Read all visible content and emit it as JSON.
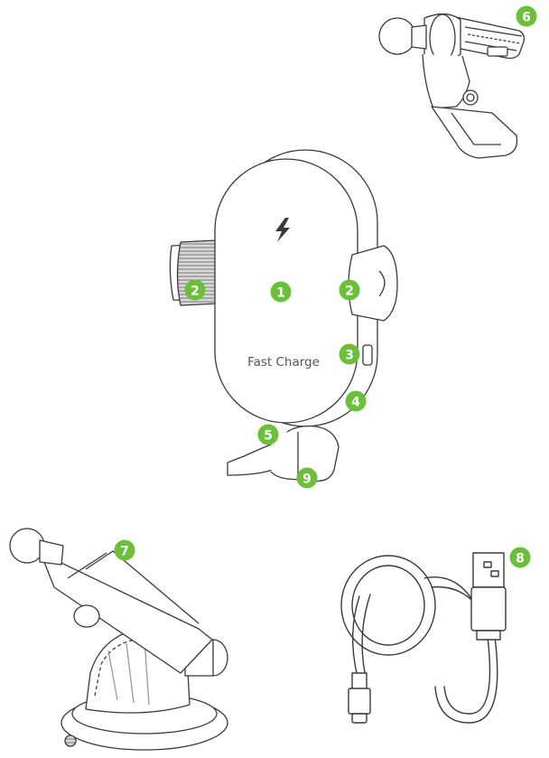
{
  "device_text": "Fast Charge",
  "icons": {
    "bolt": "lightning-bolt-icon"
  },
  "colors": {
    "badge": "#6abf3b",
    "badge_text": "#ffffff",
    "line": "#3a3a3a",
    "hatch": "#9a9a9a"
  },
  "callouts": {
    "c1": "1",
    "c2a": "2",
    "c2b": "2",
    "c3": "3",
    "c4": "4",
    "c5": "5",
    "c6": "6",
    "c7": "7",
    "c8": "8",
    "c9": "9"
  }
}
